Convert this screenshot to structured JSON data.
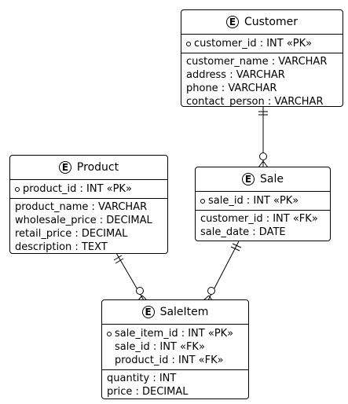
{
  "entity_icon": "E",
  "entities": {
    "customer": {
      "name": "Customer",
      "keys": [
        "customer_id : INT «PK»"
      ],
      "attributes": [
        "customer_name : VARCHAR",
        "address : VARCHAR",
        "phone : VARCHAR",
        "contact_person : VARCHAR"
      ]
    },
    "product": {
      "name": "Product",
      "keys": [
        "product_id : INT «PK»"
      ],
      "attributes": [
        "product_name : VARCHAR",
        "wholesale_price : DECIMAL",
        "retail_price : DECIMAL",
        "description : TEXT"
      ]
    },
    "sale": {
      "name": "Sale",
      "keys": [
        "sale_id : INT «PK»"
      ],
      "attributes": [
        "customer_id : INT «FK»",
        "sale_date : DATE"
      ]
    },
    "saleitem": {
      "name": "SaleItem",
      "keys": [
        "sale_item_id : INT «PK»",
        "sale_id : INT «FK»",
        "product_id : INT «FK»"
      ],
      "attributes": [
        "quantity : INT",
        "price : DECIMAL"
      ]
    }
  },
  "relationships": [
    {
      "from": "Customer",
      "to": "Sale",
      "from_card": "exactly-one",
      "to_card": "zero-or-many"
    },
    {
      "from": "Sale",
      "to": "SaleItem",
      "from_card": "exactly-one",
      "to_card": "zero-or-many"
    },
    {
      "from": "Product",
      "to": "SaleItem",
      "from_card": "exactly-one",
      "to_card": "zero-or-many"
    }
  ]
}
